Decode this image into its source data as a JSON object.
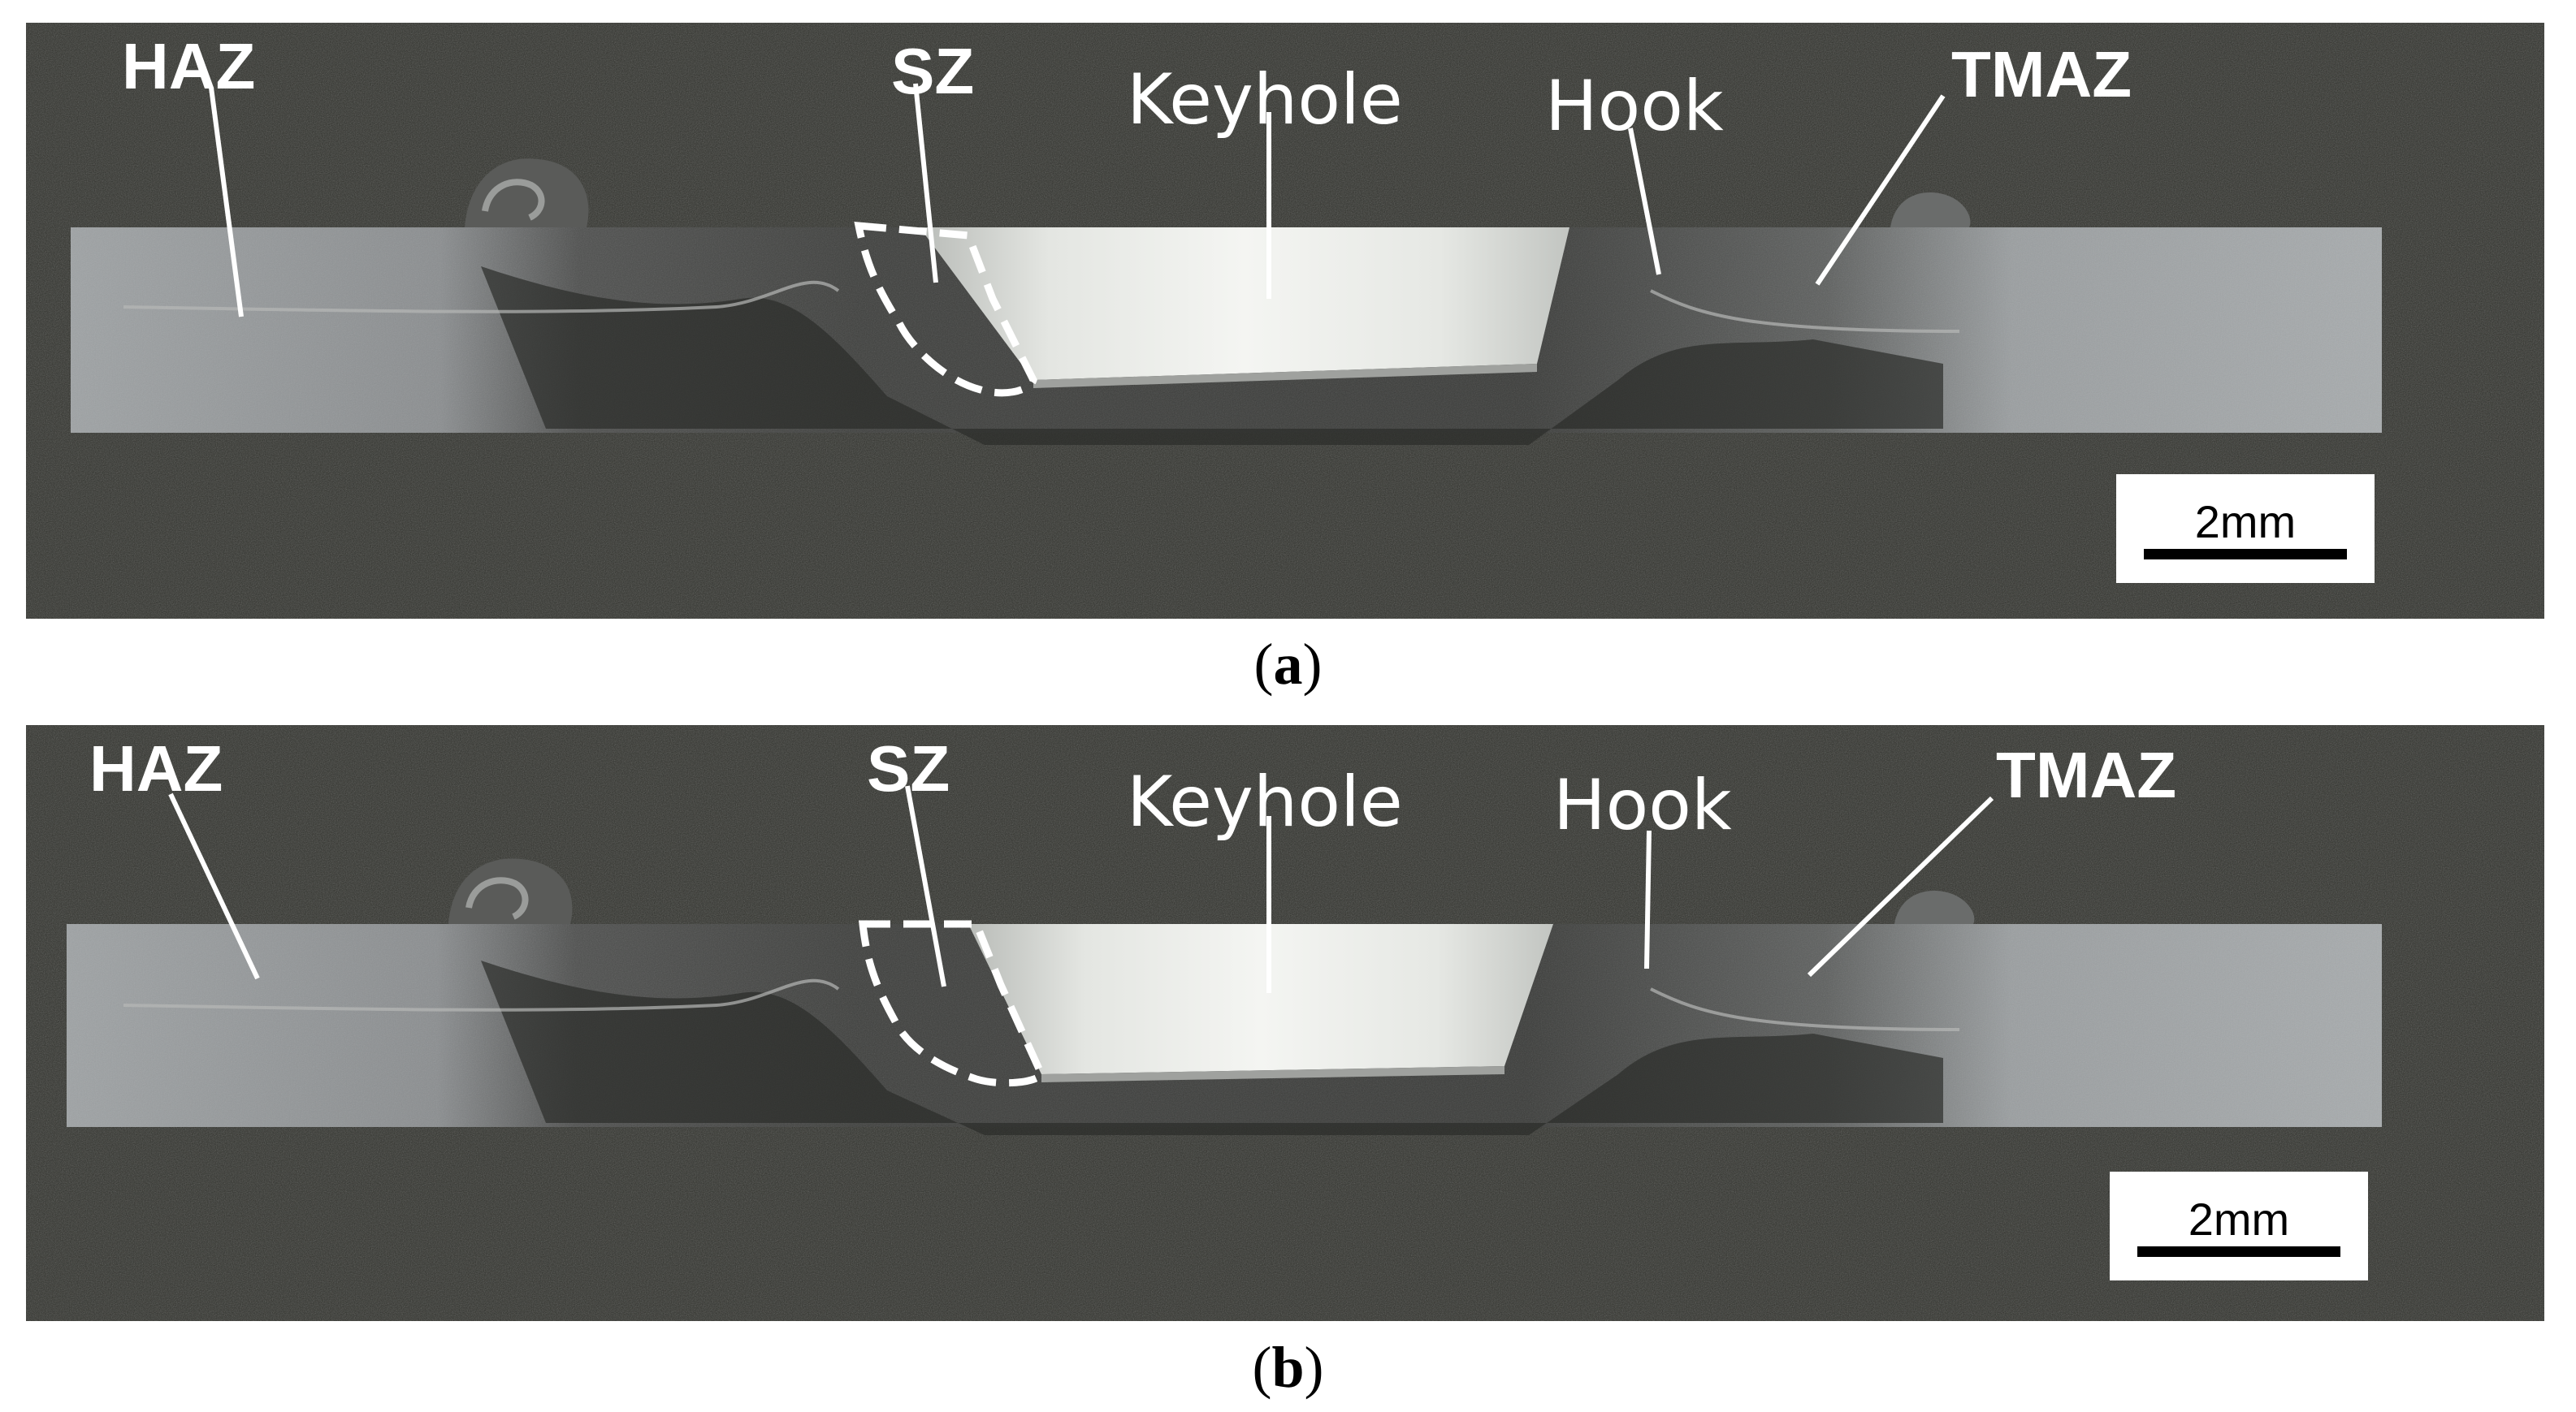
{
  "panels": [
    {
      "labels": {
        "haz": "HAZ",
        "sz": "SZ",
        "keyhole": "Keyhole",
        "hook": "Hook",
        "tmaz": "TMAZ"
      },
      "scale": "2mm",
      "caption": "a"
    },
    {
      "labels": {
        "haz": "HAZ",
        "sz": "SZ",
        "keyhole": "Keyhole",
        "hook": "Hook",
        "tmaz": "TMAZ"
      },
      "scale": "2mm",
      "caption": "b"
    }
  ]
}
